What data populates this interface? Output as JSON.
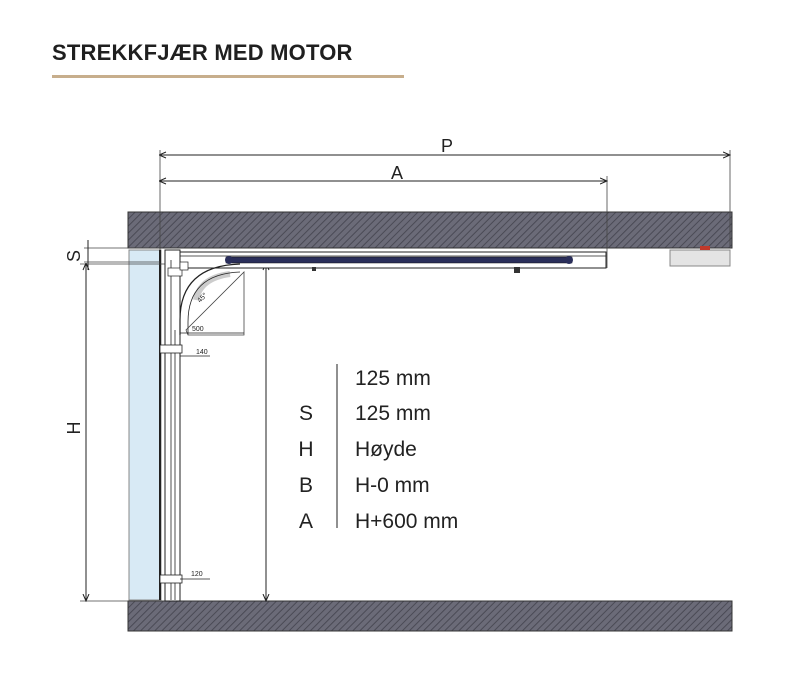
{
  "title": "STREKKFJÆR MED MOTOR",
  "colors": {
    "accent": "#c7ae8c",
    "wall": "#5a5a68",
    "glass": "#d8eaf5",
    "line": "#222222"
  },
  "dimensions": {
    "P": "P",
    "A": "A",
    "S": "S",
    "H": "H",
    "radius_angle": "45°",
    "len_500": "500",
    "len_140": "140",
    "len_120": "120"
  },
  "legend": [
    {
      "key": "",
      "value": "125 mm"
    },
    {
      "key": "S",
      "value": "125 mm"
    },
    {
      "key": "H",
      "value": "Høyde"
    },
    {
      "key": "B",
      "value": "H-0 mm"
    },
    {
      "key": "A",
      "value": "H+600 mm"
    }
  ]
}
